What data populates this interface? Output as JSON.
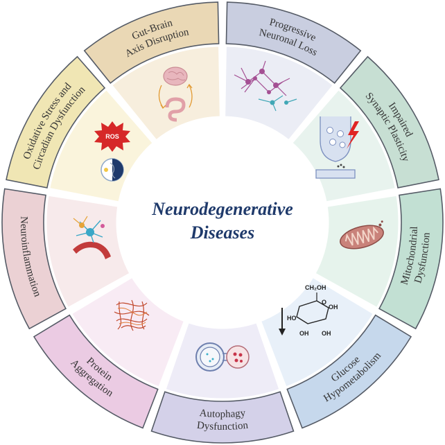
{
  "center": {
    "title_line1": "Neurodegenerative",
    "title_line2": "Diseases"
  },
  "segments": [
    {
      "id": "neuronal-loss",
      "label_lines": [
        "Progressive",
        "Neuronal Loss"
      ],
      "outer_color": "#c9cee0",
      "inner_color": "#ebedf5",
      "icon": "neuron-network-icon"
    },
    {
      "id": "synaptic",
      "label_lines": [
        "Impaired",
        "Synaptic Plasticity"
      ],
      "outer_color": "#c7dfd3",
      "inner_color": "#e8f3ee",
      "icon": "synapse-icon"
    },
    {
      "id": "mitochondrial",
      "label_lines": [
        "Mitochondrial",
        "Dysfunction"
      ],
      "outer_color": "#c2e0d3",
      "inner_color": "#e6f3ec",
      "icon": "mitochondria-icon"
    },
    {
      "id": "glucose",
      "label_lines": [
        "Glucose",
        "Hypometabolism"
      ],
      "outer_color": "#c6d8ec",
      "inner_color": "#e8f0f9",
      "icon": "glucose-molecule-icon"
    },
    {
      "id": "autophagy",
      "label_lines": [
        "Autophagy",
        "Dysfunction"
      ],
      "outer_color": "#d4d1e9",
      "inner_color": "#eeecf7",
      "icon": "autophagosome-icon"
    },
    {
      "id": "protein",
      "label_lines": [
        "Protein",
        "Aggregation"
      ],
      "outer_color": "#ebcbe3",
      "inner_color": "#f8ebf4",
      "icon": "protein-aggregate-icon"
    },
    {
      "id": "neuroinflammation",
      "label_lines": [
        "Neuroinflammation"
      ],
      "outer_color": "#ebd1d4",
      "inner_color": "#f7eaeb",
      "icon": "glia-vessel-icon"
    },
    {
      "id": "oxidative",
      "label_lines": [
        "Oxidative Stress and",
        "Circadian Dysfunction"
      ],
      "outer_color": "#f0e6b4",
      "inner_color": "#faf4dc",
      "icon": "ros-circadian-icon"
    },
    {
      "id": "gut-brain",
      "label_lines": [
        "Gut-Brain",
        "Axis Disruption"
      ],
      "outer_color": "#ead8b5",
      "inner_color": "#f7eedd",
      "icon": "gut-brain-icon"
    }
  ],
  "glucose_molecule": {
    "ch2oh": "CH₂OH",
    "o": "O",
    "oh": "OH",
    "ho": "HO"
  },
  "ros_label": "ROS"
}
